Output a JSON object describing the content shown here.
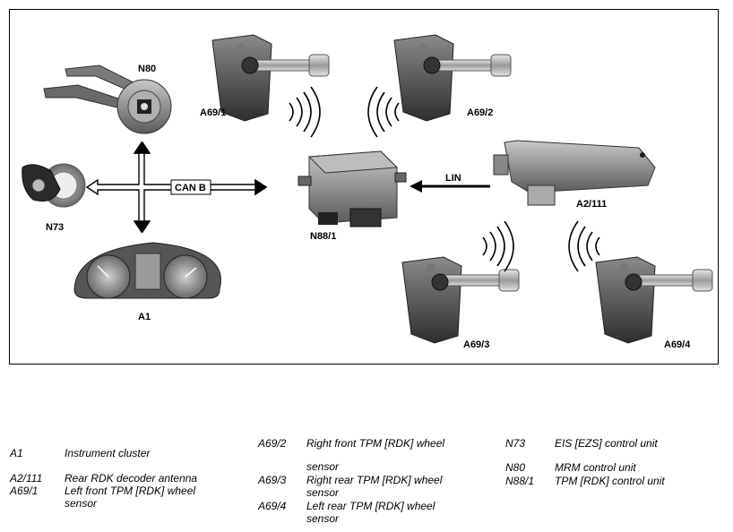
{
  "diagram": {
    "labels": {
      "n80": "N80",
      "a69_1": "A69/1",
      "a69_2": "A69/2",
      "a69_3": "A69/3",
      "a69_4": "A69/4",
      "n73": "N73",
      "can_b": "CAN B",
      "lin": "LIN",
      "a2_111": "A2/111",
      "n88_1": "N88/1",
      "a1": "A1"
    }
  },
  "legend": [
    {
      "code": "A1",
      "desc": "Instrument cluster"
    },
    {
      "code": "A2/111",
      "desc": "Rear RDK decoder antenna"
    },
    {
      "code": "A69/1",
      "desc": "Left front TPM [RDK] wheel",
      "desc2": "sensor"
    },
    {
      "code": "A69/2",
      "desc": "Right front TPM [RDK] wheel",
      "desc2": "sensor"
    },
    {
      "code": "A69/3",
      "desc": "Right rear TPM [RDK] wheel",
      "desc2": "sensor"
    },
    {
      "code": "A69/4",
      "desc": "Left rear TPM [RDK] wheel",
      "desc2": "sensor"
    },
    {
      "code": "N73",
      "desc": "EIS [EZS] control unit"
    },
    {
      "code": "N80",
      "desc": "MRM control unit"
    },
    {
      "code": "N88/1",
      "desc": "TPM [RDK] control unit"
    }
  ]
}
